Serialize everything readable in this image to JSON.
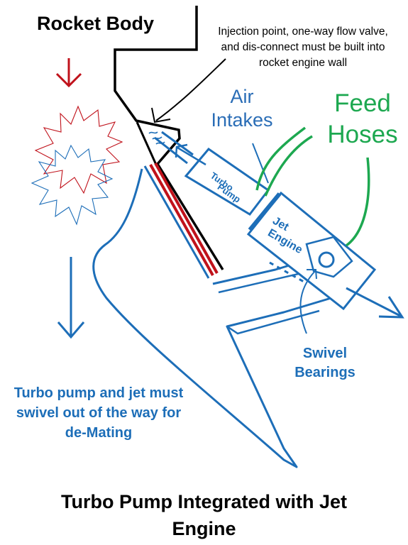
{
  "labels": {
    "rocket_body": "Rocket Body",
    "injection_note": "Injection point, one-way flow valve, and dis-connect must be built into rocket engine wall",
    "air_intakes": "Air Intakes",
    "feed_hoses": "Feed Hoses",
    "turbo_pump_line1": "Turbo",
    "turbo_pump_line2": "Pump",
    "jet_engine_line1": "Jet",
    "jet_engine_line2": "Engine",
    "swivel_bearings": "Swivel Bearings",
    "swivel_note": "Turbo pump and jet must swivel out of the way for de-Mating",
    "bottom_title": "Turbo Pump Integrated with Jet Engine"
  },
  "colors": {
    "black": "#000000",
    "blue": "#1d6eb8",
    "light_blue": "#2a6db6",
    "red": "#c0121b",
    "green": "#1da850"
  }
}
